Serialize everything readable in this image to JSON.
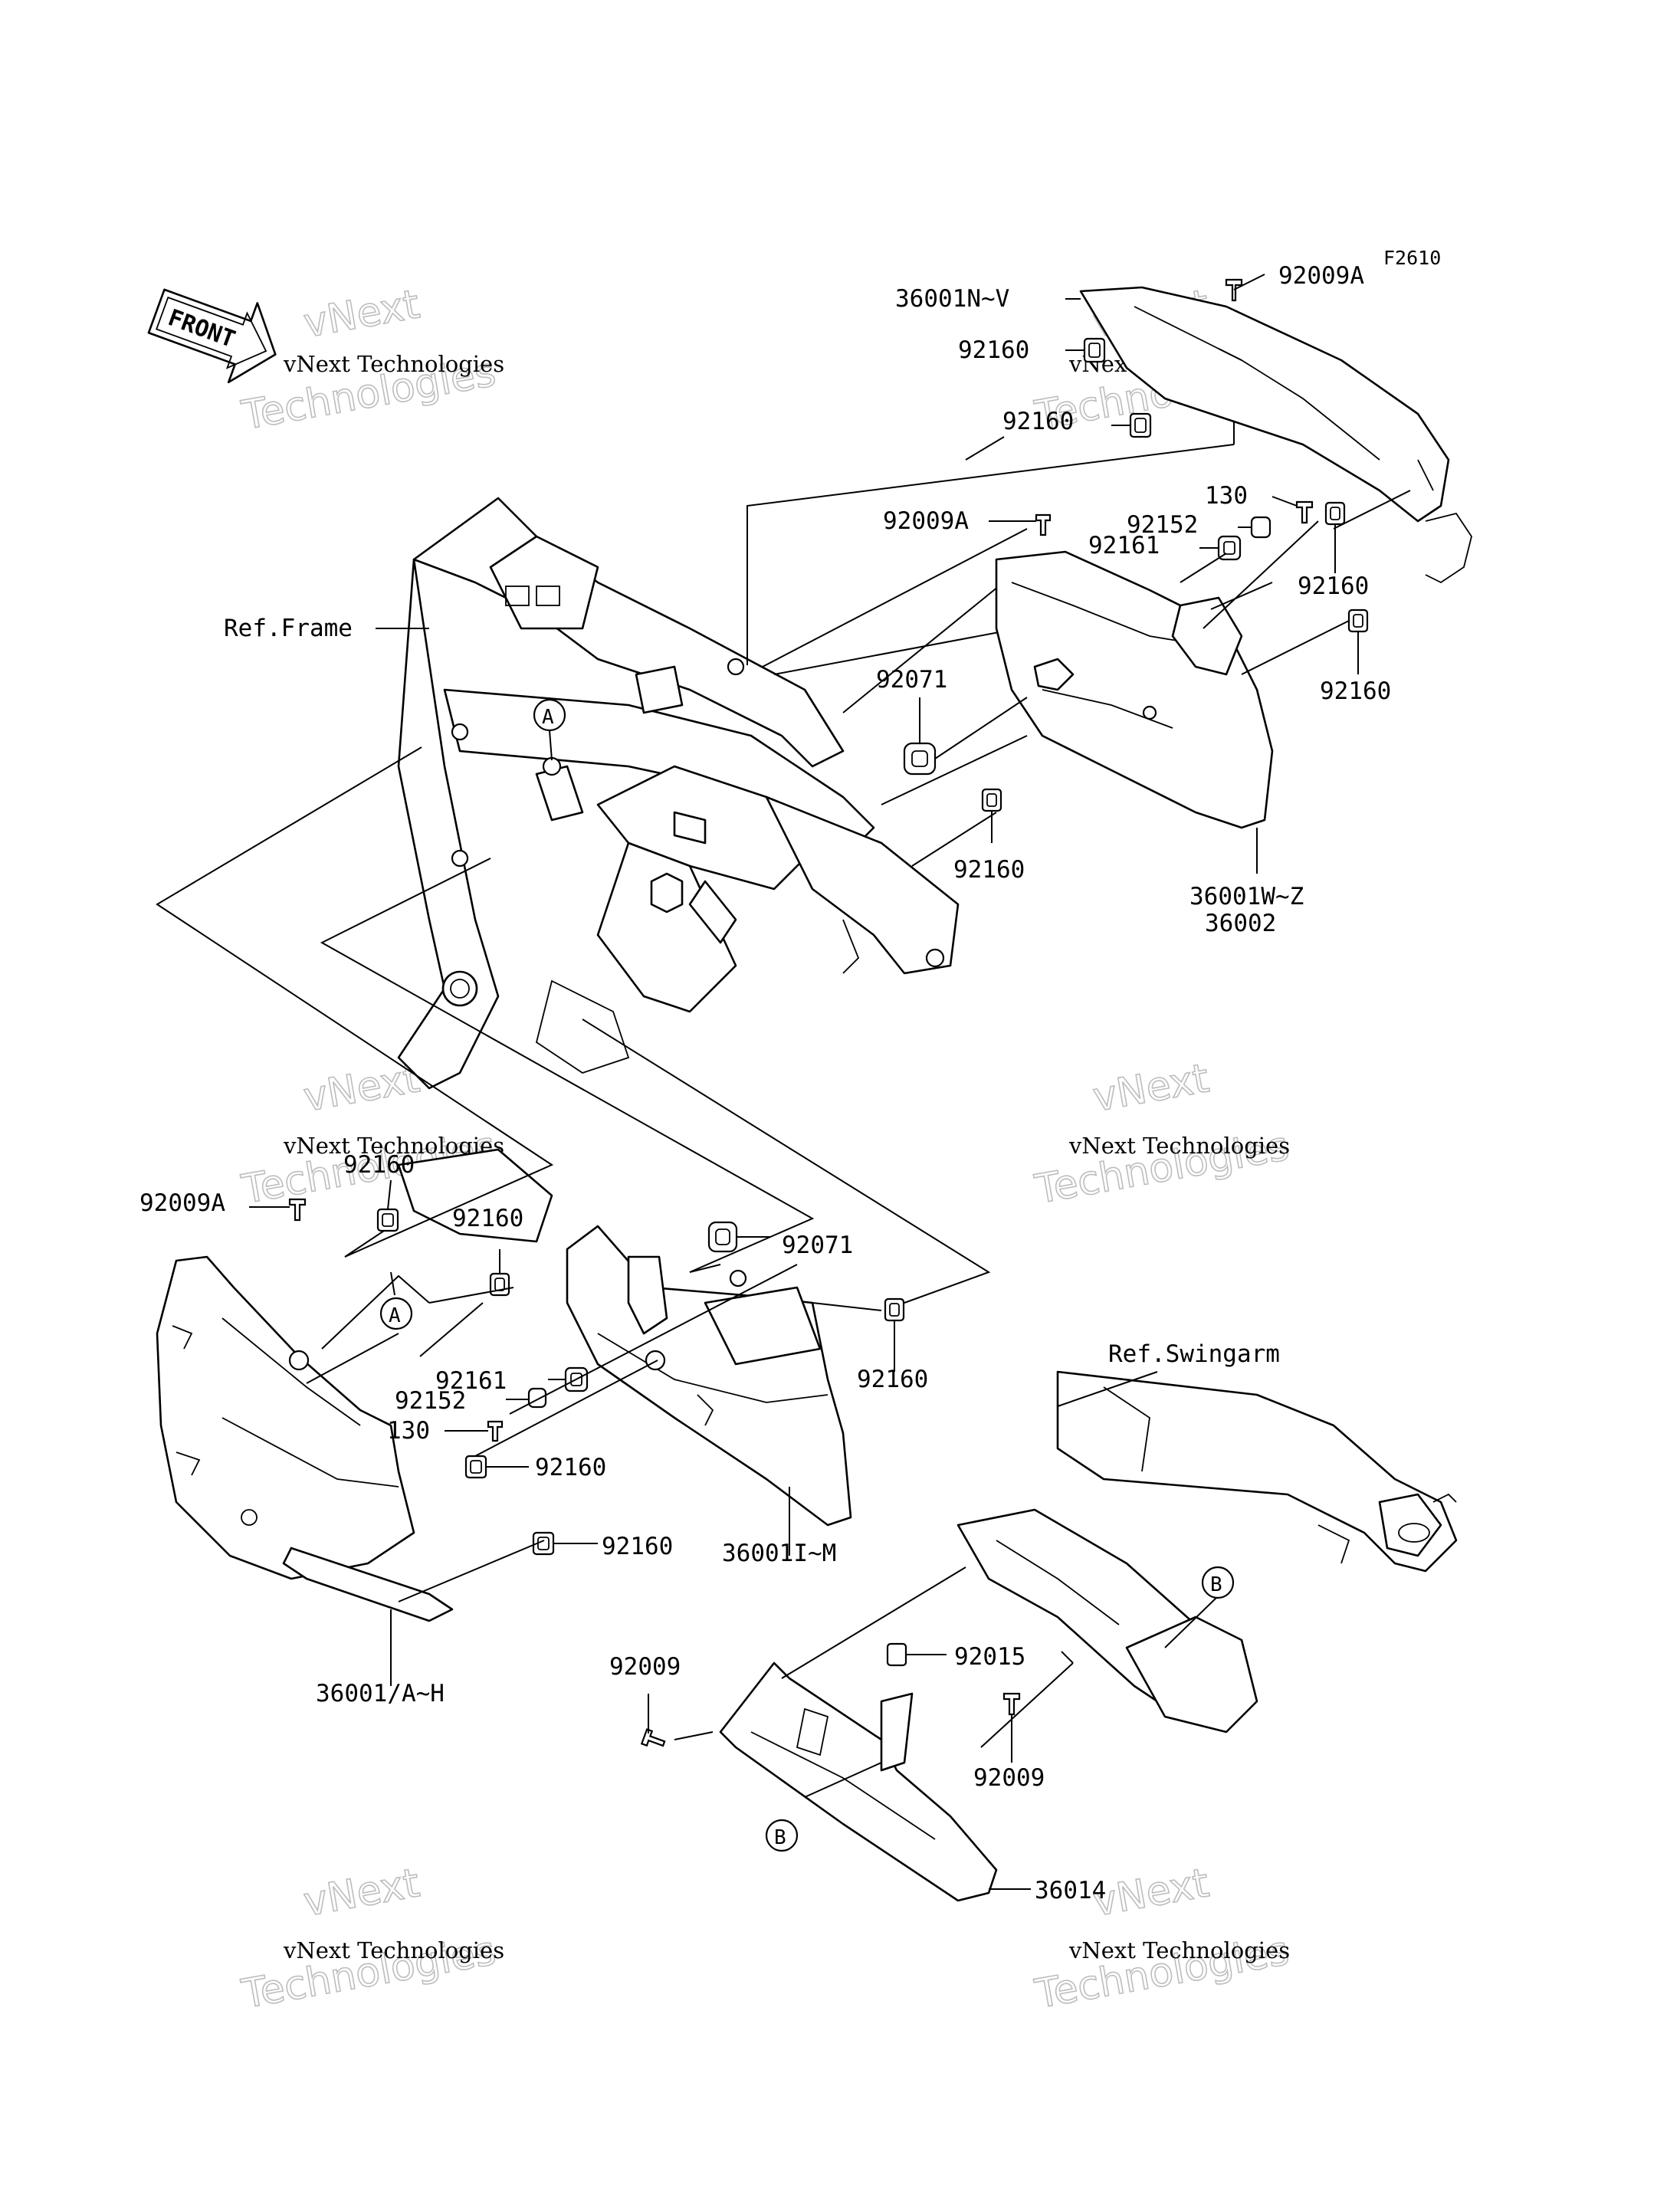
{
  "diagram_code": "F2610",
  "front_arrow_label": "FRONT",
  "watermark": {
    "line1": "vNext Technologies",
    "line2": "vNext",
    "line3": "Technologies"
  },
  "references": {
    "frame": "Ref.Frame",
    "swingarm": "Ref.Swingarm"
  },
  "callouts": {
    "a": "A",
    "b": "B"
  },
  "labels": {
    "p36001NV": "36001N~V",
    "p92009A_top": "92009A",
    "p92160_top1": "92160",
    "p92160_top2": "92160",
    "p92009A_mid": "92009A",
    "p130_top": "130",
    "p92152_top": "92152",
    "p92161_top": "92161",
    "p92160_r1": "92160",
    "p92160_r2": "92160",
    "p92071_top": "92071",
    "p92160_mid": "92160",
    "p36001WZ": "36001W~Z",
    "p36002": "36002",
    "p92160_lower_top": "92160",
    "p92009A_lower": "92009A",
    "p92160_lower2": "92160",
    "p92071_lower": "92071",
    "p92160_lower_r": "92160",
    "p92161_lower": "92161",
    "p92152_lower": "92152",
    "p130_lower": "130",
    "p92160_lower3": "92160",
    "p92160_lower4": "92160",
    "p36001IM": "36001I~M",
    "p36001AH": "36001/A~H",
    "p92009_left": "92009",
    "p92015": "92015",
    "p92009_right": "92009",
    "p36014": "36014"
  }
}
